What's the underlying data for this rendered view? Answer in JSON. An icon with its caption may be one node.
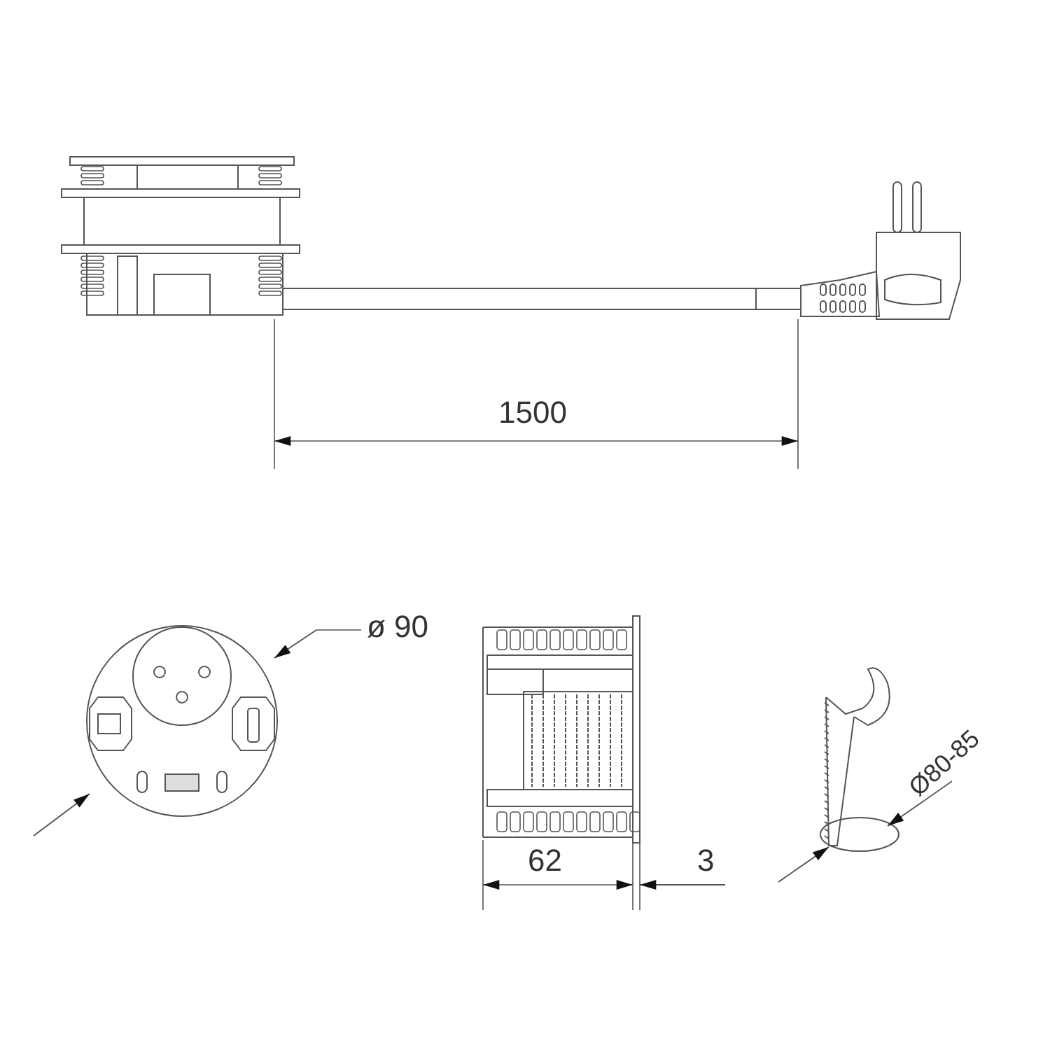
{
  "diagram": {
    "labels": [
      "1500",
      "ø 90",
      "62",
      "3",
      "Ø80-85"
    ]
  }
}
